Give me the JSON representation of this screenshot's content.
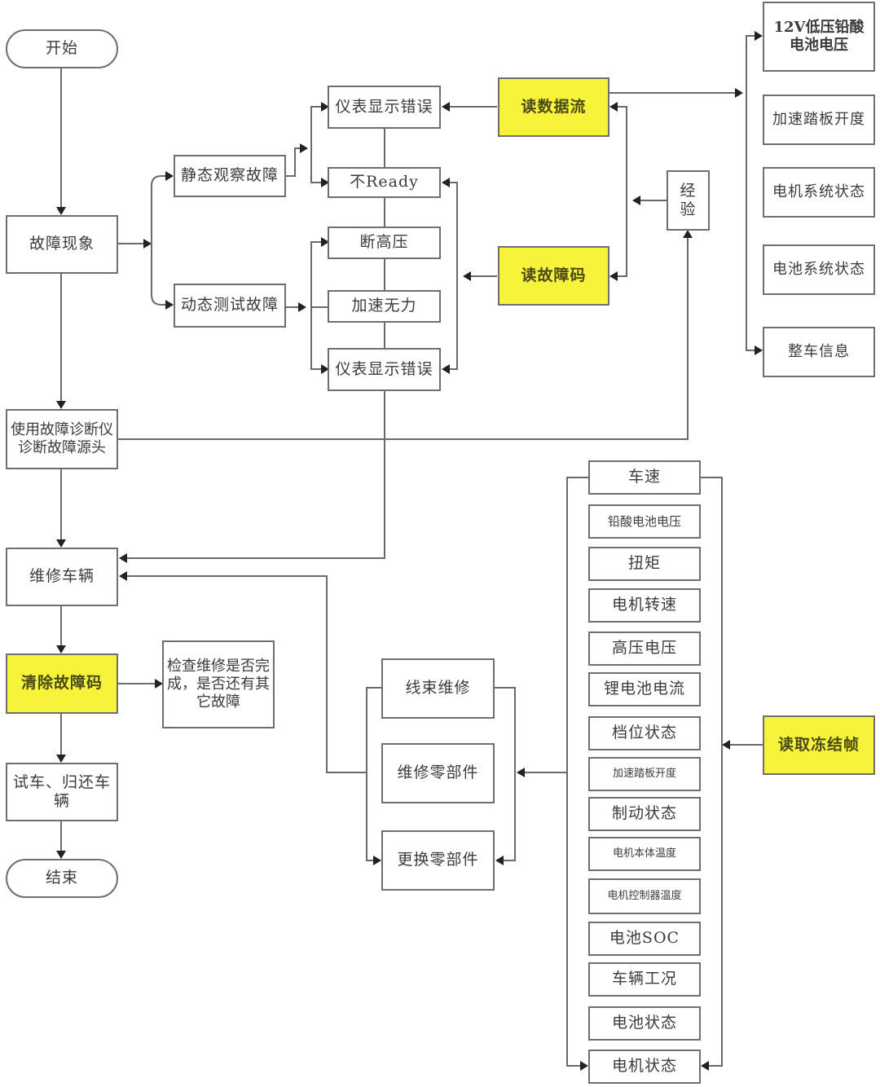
{
  "colors": {
    "highlight": "#f7f23a",
    "border": "#6f6f6f",
    "line": "#6a6a6a",
    "background": "#ffffff"
  },
  "main_flow": {
    "start": "开始",
    "symptom": "故障现象",
    "diagnose": "使用故障诊断仪诊断故障源头",
    "repair_vehicle": "维修车辆",
    "clear_codes": "清除故障码",
    "check_repair": "检查维修是否完成，是否还有其它故障",
    "test_return": "试车、归还车辆",
    "end": "结束"
  },
  "fault_types": {
    "static": "静态观察故障",
    "dynamic": "动态测试故障"
  },
  "symptoms": [
    "仪表显示错误",
    "不Ready",
    "断高压",
    "加速无力",
    "仪表显示错误"
  ],
  "actions": {
    "read_data_stream": "读数据流",
    "read_fault_codes": "读故障码",
    "experience": "经验",
    "read_freeze_frame": "读取冻结帧"
  },
  "data_stream_items": [
    "12V低压铅酸电池电压",
    "加速踏板开度",
    "电机系统状态",
    "电池系统状态",
    "整车信息"
  ],
  "repair_options": [
    "线束维修",
    "维修零部件",
    "更换零部件"
  ],
  "freeze_frame_items": [
    "车速",
    "铅酸电池电压",
    "扭矩",
    "电机转速",
    "高压电压",
    "锂电池电流",
    "档位状态",
    "加速踏板开度",
    "制动状态",
    "电机本体温度",
    "电机控制器温度",
    "电池SOC",
    "车辆工况",
    "电池状态",
    "电机状态"
  ]
}
